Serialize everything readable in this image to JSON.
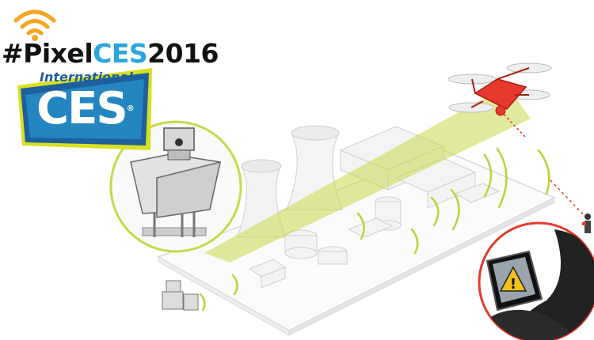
{
  "headline": {
    "prefix": "#Pixel",
    "highlight": "CES",
    "suffix": "2016"
  },
  "logo": {
    "top_text": "International",
    "word": "CES",
    "mark": "®"
  },
  "colors": {
    "headline_text": "#111111",
    "headline_highlight": "#2aa6de",
    "wifi": "#f5a623",
    "logo_yellow": "#d9e021",
    "logo_blue": "#1e5f9e",
    "logo_cyan": "#2aa6de",
    "beam": "#c8d84a",
    "drone": "#e8392f",
    "wave": "#b9d43a"
  },
  "icons": [
    "wifi-icon",
    "warning-icon",
    "drone-icon",
    "camera-icon"
  ]
}
